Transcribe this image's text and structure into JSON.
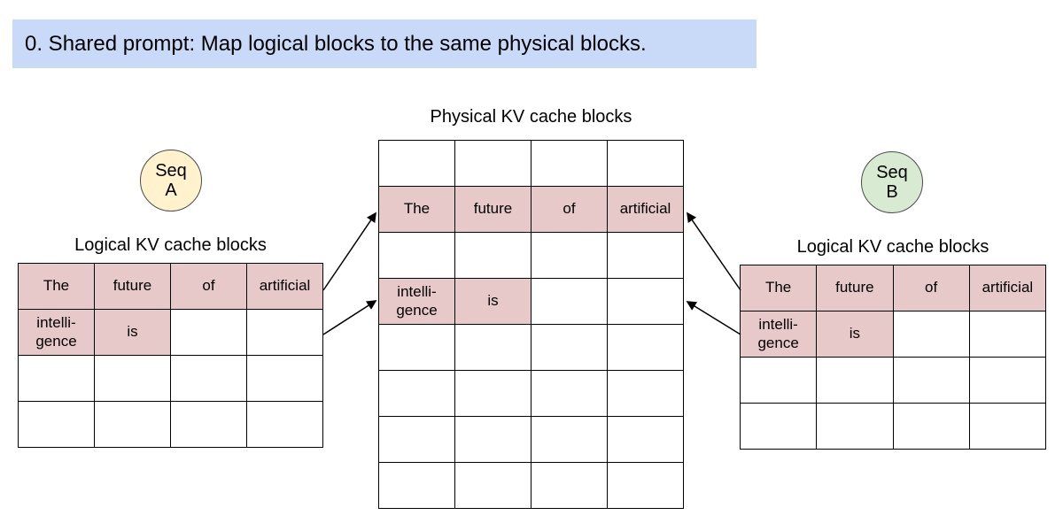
{
  "banner": {
    "text": "0. Shared prompt: Map logical blocks to the same physical blocks."
  },
  "colors": {
    "banner_bg": "#c9daf8",
    "highlight": "#e8c9c9",
    "seq_a_fill": "#fff2cc",
    "seq_b_fill": "#d9ead3",
    "border": "#000000"
  },
  "seq_a": {
    "label": "Seq\nA"
  },
  "seq_b": {
    "label": "Seq\nB"
  },
  "physical_table": {
    "title": "Physical KV cache blocks",
    "rows": [
      [
        "",
        "",
        "",
        ""
      ],
      [
        "The",
        "future",
        "of",
        "artificial"
      ],
      [
        "",
        "",
        "",
        ""
      ],
      [
        "intelli-\ngence",
        "is",
        "",
        ""
      ],
      [
        "",
        "",
        "",
        ""
      ],
      [
        "",
        "",
        "",
        ""
      ],
      [
        "",
        "",
        "",
        ""
      ],
      [
        "",
        "",
        "",
        ""
      ]
    ]
  },
  "logical_a": {
    "title": "Logical KV cache blocks",
    "rows": [
      [
        "The",
        "future",
        "of",
        "artificial"
      ],
      [
        "intelli-\ngence",
        "is",
        "",
        ""
      ],
      [
        "",
        "",
        "",
        ""
      ],
      [
        "",
        "",
        "",
        ""
      ]
    ]
  },
  "logical_b": {
    "title": "Logical KV cache blocks",
    "rows": [
      [
        "The",
        "future",
        "of",
        "artificial"
      ],
      [
        "intelli-\ngence",
        "is",
        "",
        ""
      ],
      [
        "",
        "",
        "",
        ""
      ],
      [
        "",
        "",
        "",
        ""
      ]
    ]
  }
}
